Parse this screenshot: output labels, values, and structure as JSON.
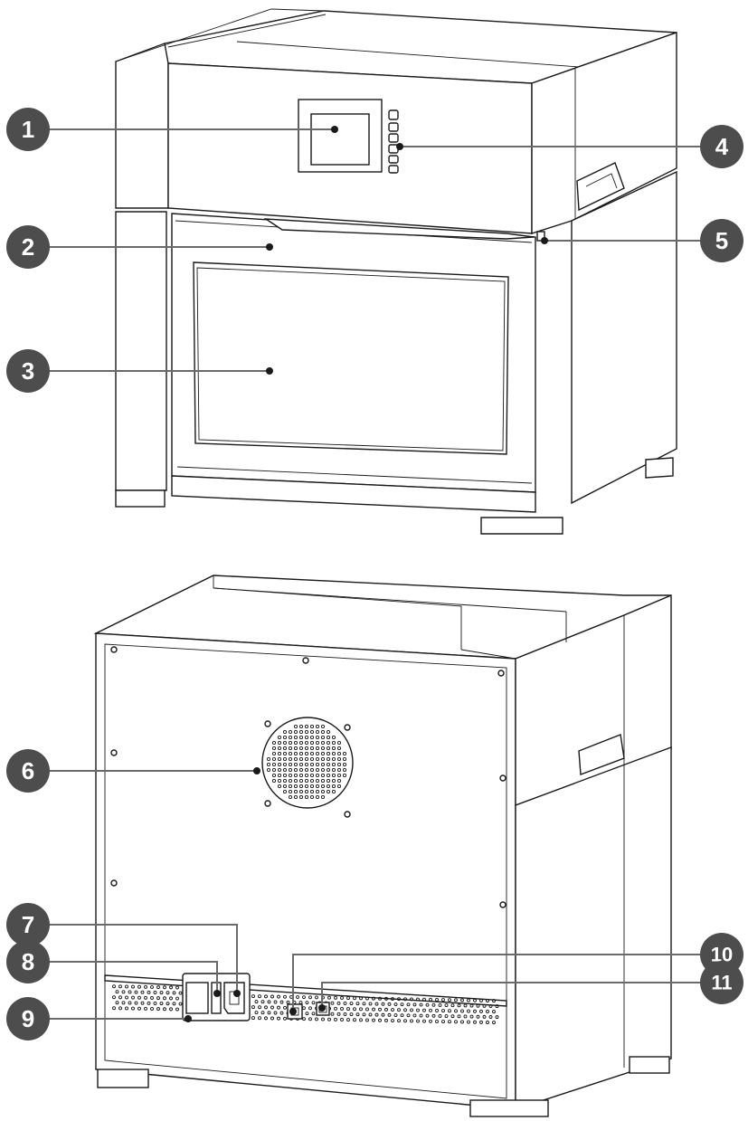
{
  "callouts": [
    {
      "id": "1",
      "label": "1"
    },
    {
      "id": "2",
      "label": "2"
    },
    {
      "id": "3",
      "label": "3"
    },
    {
      "id": "4",
      "label": "4"
    },
    {
      "id": "5",
      "label": "5"
    },
    {
      "id": "6",
      "label": "6"
    },
    {
      "id": "7",
      "label": "7"
    },
    {
      "id": "8",
      "label": "8"
    },
    {
      "id": "9",
      "label": "9"
    },
    {
      "id": "10",
      "label": "10"
    },
    {
      "id": "11",
      "label": "11"
    }
  ],
  "colors": {
    "badge": "#4d4d4d",
    "badge_text": "#ffffff",
    "outline": "#1a1a1a",
    "leader": "#6a6a6a"
  }
}
